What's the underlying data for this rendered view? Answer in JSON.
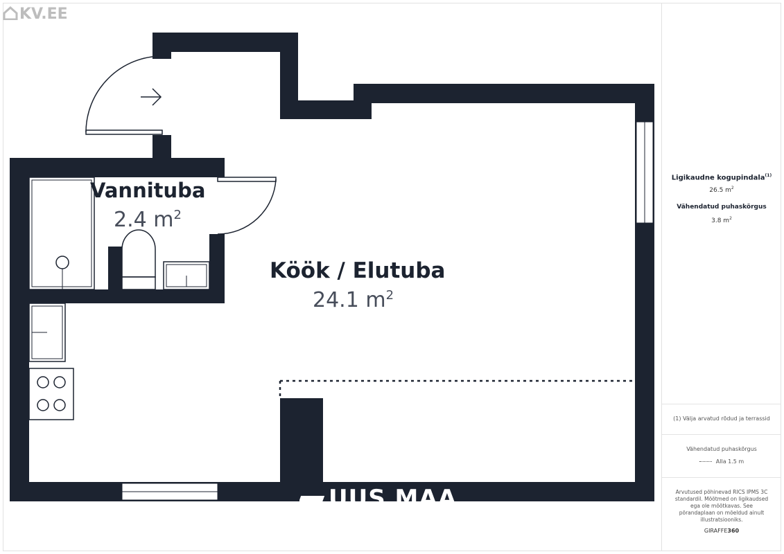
{
  "watermark": {
    "site_logo_text": "KV.EE",
    "agency_logo_text": "UUS MAA"
  },
  "rooms": [
    {
      "name": "Vannituba",
      "area": "2.4 m",
      "unit_sup": "2"
    },
    {
      "name": "Köök / Elutuba",
      "area": "24.1 m",
      "unit_sup": "2"
    }
  ],
  "sidebar": {
    "total_label": "Ligikaudne kogupindala",
    "total_note": "(1)",
    "total_value": "26.5 m",
    "total_value_sup": "2",
    "reduced_label": "Vähendatud puhaskõrgus",
    "reduced_value": "3.8 m",
    "reduced_value_sup": "2",
    "footnote": "(1) Välja arvatud rõdud ja terrassid",
    "legend_title": "Vähendatud puhaskõrgus",
    "legend_item": "Alla 1.5 m",
    "disclaimer": "Arvutused põhinevad RICS IPMS 3C standardil. Mõõtmed on ligikaudsed ega ole mõõtkavas. See põrandaplaan on mõeldud ainult illustratsiooniks.",
    "brand_prefix": "GIRAFFE",
    "brand_suffix": "360"
  },
  "colors": {
    "wall": "#1c2330",
    "text": "#1c2330",
    "muted": "#474d5a",
    "border": "#e1e1e1"
  }
}
